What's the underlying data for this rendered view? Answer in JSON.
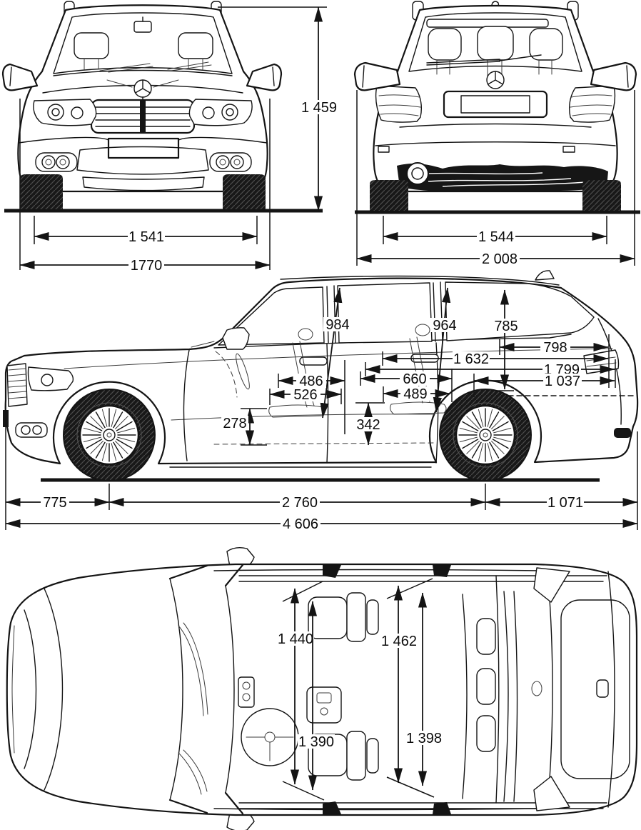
{
  "colors": {
    "ink": "#141414",
    "paper": "#ffffff"
  },
  "front_view": {
    "dim_1541": "1 541",
    "dim_1770": "1770"
  },
  "shared": {
    "dim_1459": "1 459"
  },
  "rear_view": {
    "dim_1544": "1 544",
    "dim_2008": "2 008"
  },
  "side_view": {
    "dim_984": "984",
    "dim_964": "964",
    "dim_785": "785",
    "dim_798": "798",
    "dim_1632": "1 632",
    "dim_1799": "1 799",
    "dim_1037": "1 037",
    "dim_486": "486",
    "dim_526": "526",
    "dim_660": "660",
    "dim_489": "489",
    "dim_278": "278",
    "dim_342": "342",
    "dim_775": "775",
    "dim_2760": "2 760",
    "dim_1071": "1 071",
    "dim_4606": "4 606"
  },
  "top_view": {
    "dim_1440": "1 440",
    "dim_1462": "1 462",
    "dim_1390": "1 390",
    "dim_1398": "1 398"
  }
}
